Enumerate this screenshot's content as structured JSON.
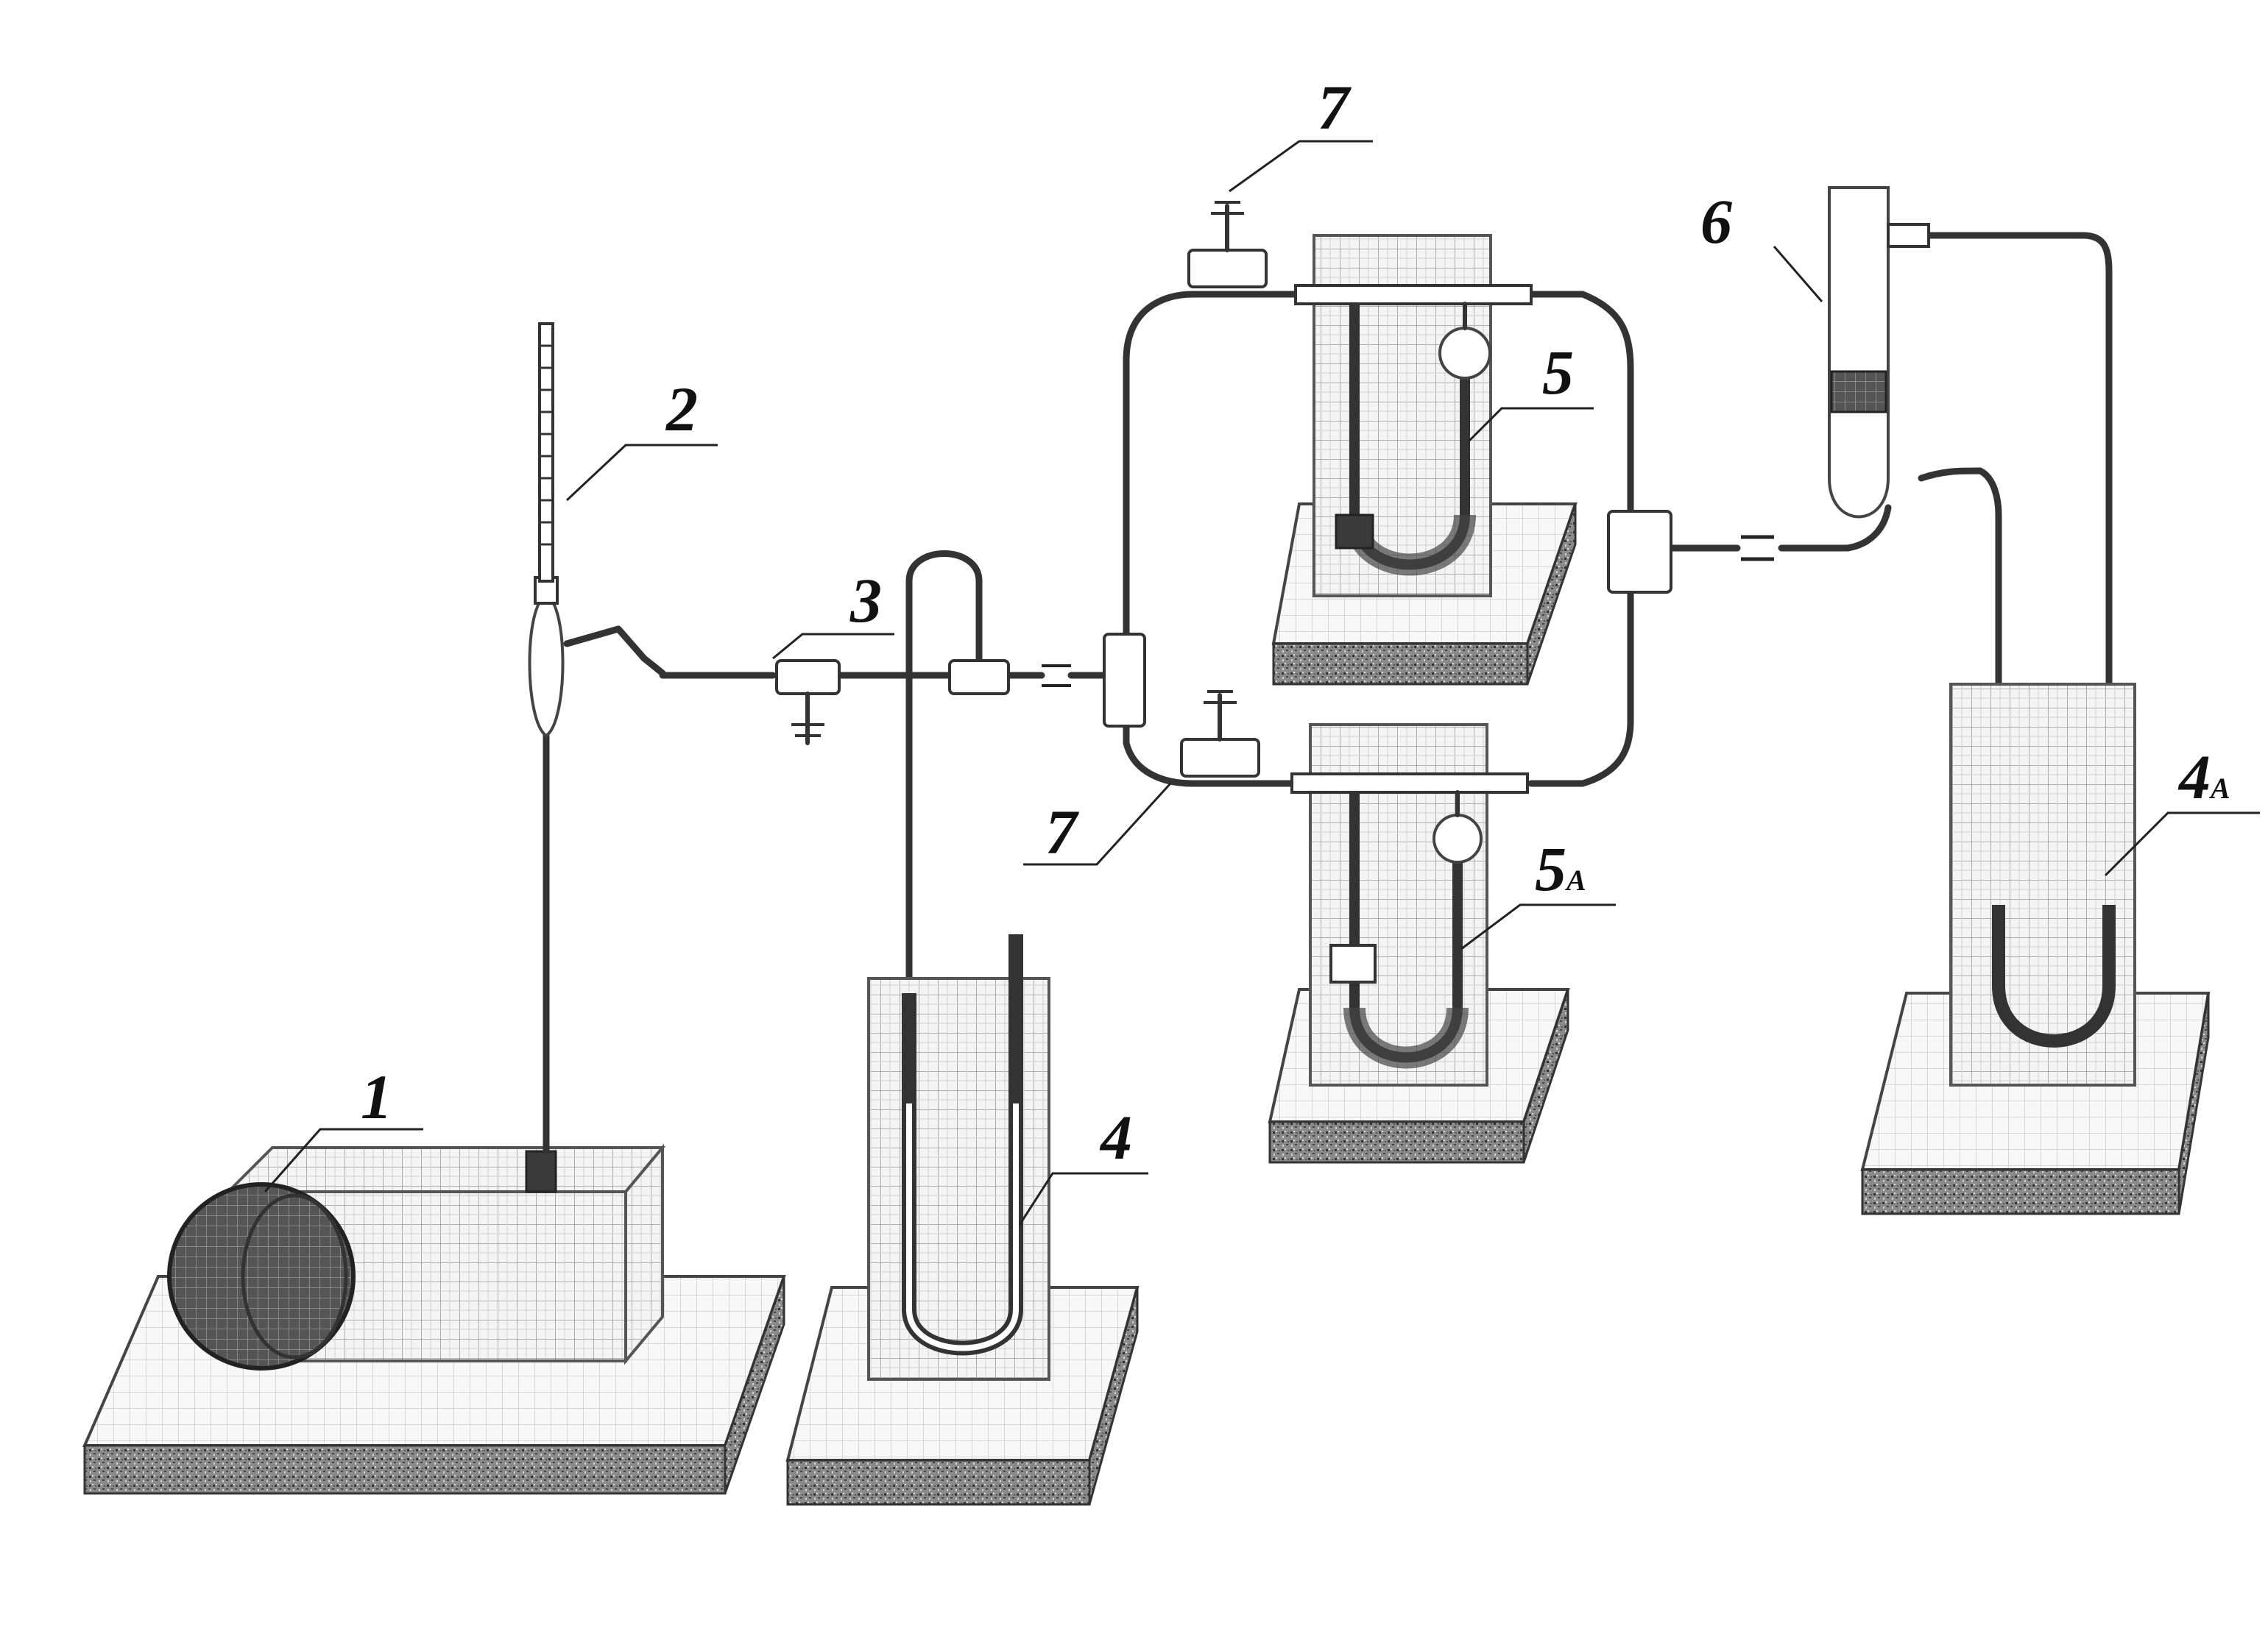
{
  "labels": {
    "l1": "1",
    "l2": "2",
    "l3": "3",
    "l4": "4",
    "l4a_main": "4",
    "l4a_sub": "A",
    "l5": "5",
    "l5a_main": "5",
    "l5a_sub": "A",
    "l6": "6",
    "l7_top": "7",
    "l7_bottom": "7"
  }
}
